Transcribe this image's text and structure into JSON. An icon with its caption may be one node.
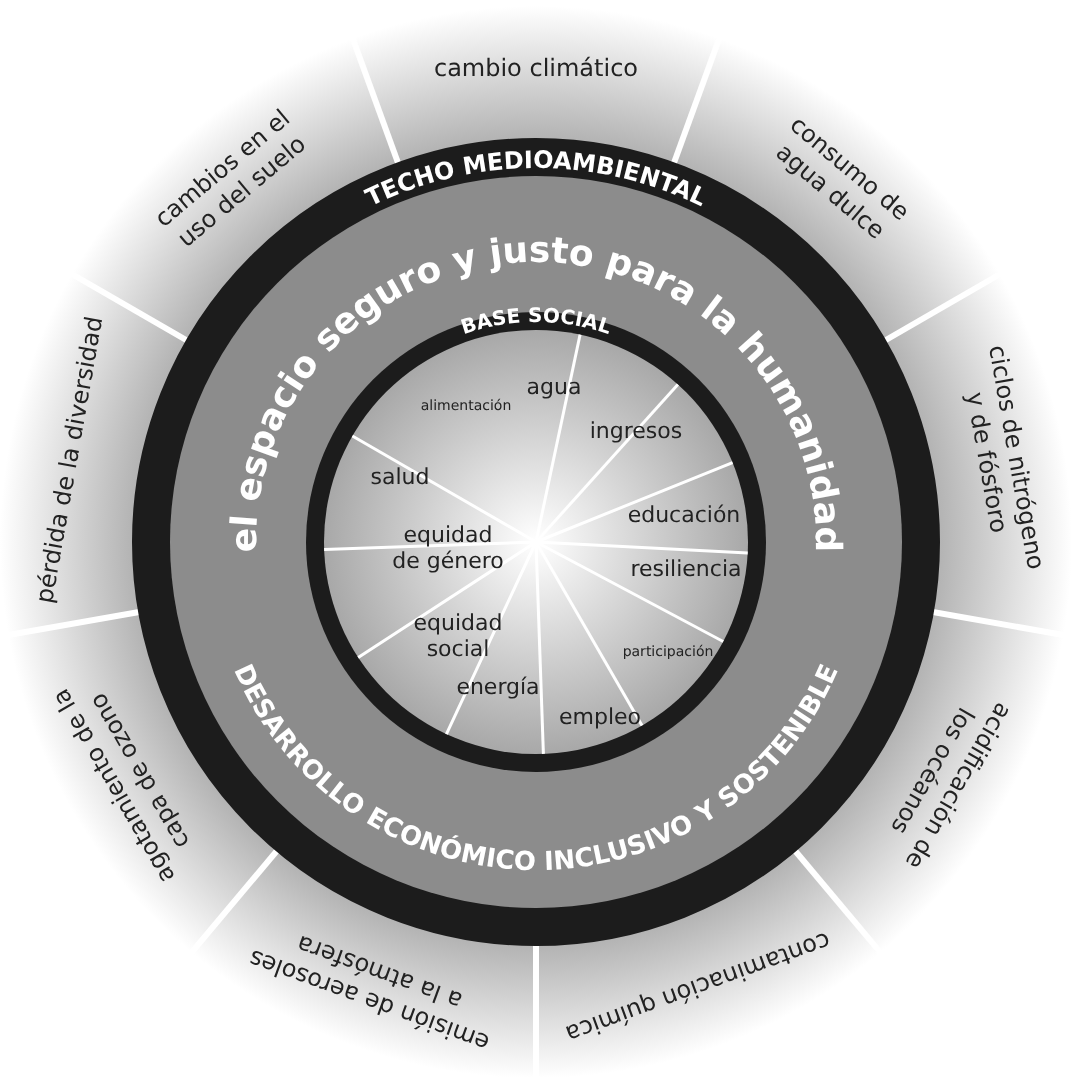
{
  "diagram": {
    "nodes": [
      {
        "text": [
          "TECHO MEDIOAMBIENTAL"
        ]
      },
      {
        "text": [
          "el espacio seguro y justo para la humanidad",
          "DESARROLLO ECONÓMICO INCLUSIVO Y SOSTENIBLE"
        ]
      },
      {
        "text": [
          "BASE SOCIAL"
        ]
      },
      {
        "text": [
          "agua"
        ]
      },
      {
        "text": [
          "ingresos"
        ]
      },
      {
        "text": [
          "educación"
        ]
      },
      {
        "text": [
          "resiliencia"
        ]
      },
      {
        "text": [
          "participación"
        ]
      },
      {
        "text": [
          "empleo"
        ]
      },
      {
        "text": [
          "energía"
        ]
      },
      {
        "text": [
          "equidad social"
        ]
      },
      {
        "text": [
          "equidad de género"
        ]
      },
      {
        "text": [
          "salud"
        ]
      },
      {
        "text": [
          "alimentación"
        ]
      },
      {
        "text": [
          "cambio climático"
        ]
      },
      {
        "text": [
          "consumo de agua dulce"
        ]
      },
      {
        "text": [
          "ciclos de nitrógeno y de fósforo"
        ]
      },
      {
        "text": [
          "acidificación de los océanos"
        ]
      },
      {
        "text": [
          "contaminación química"
        ]
      },
      {
        "text": [
          "emisión de aerosoles a la atmósfera"
        ]
      },
      {
        "text": [
          "agotamiento de la capa de ozono"
        ]
      },
      {
        "text": [
          "pérdida de la diversidad"
        ]
      },
      {
        "text": [
          "cambios en el uso del suelo"
        ]
      }
    ]
  }
}
